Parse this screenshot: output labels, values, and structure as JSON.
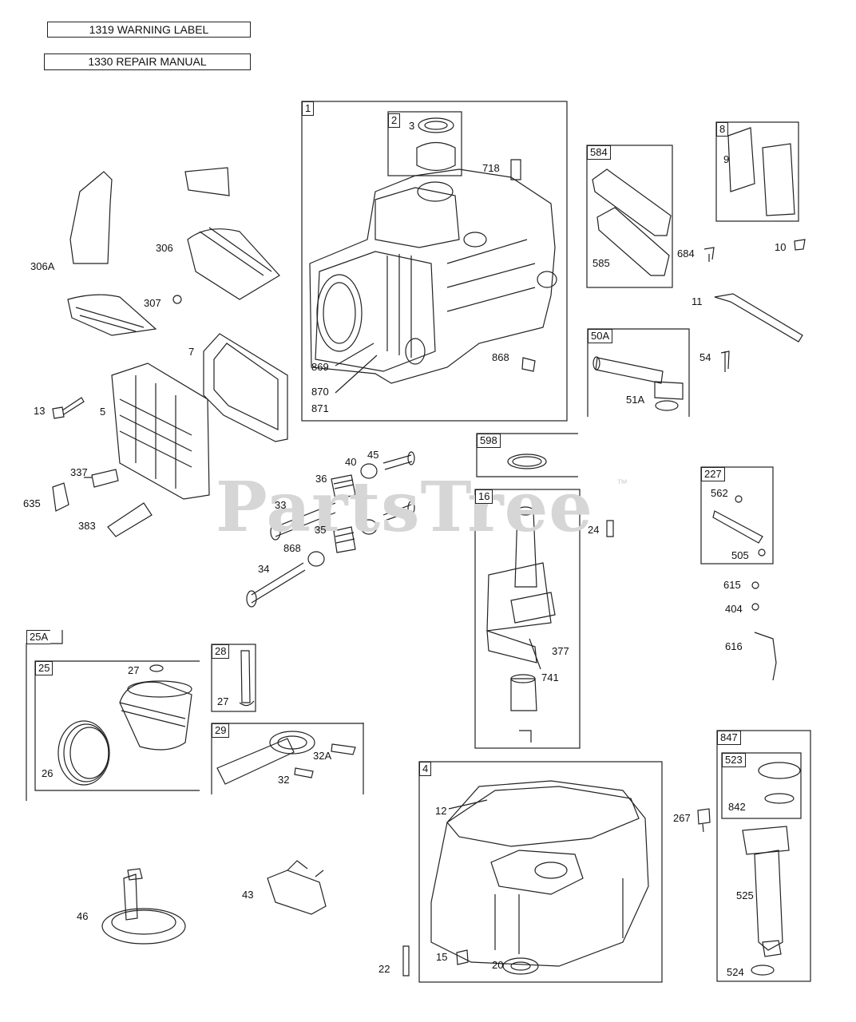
{
  "header": {
    "warning_label": "1319 WARNING LABEL",
    "repair_manual": "1330 REPAIR MANUAL"
  },
  "watermark": {
    "text": "PartsTree",
    "trademark": "™"
  },
  "groups": [
    {
      "id": "g1",
      "label": "1"
    },
    {
      "id": "g2",
      "label": "2"
    },
    {
      "id": "g8",
      "label": "8"
    },
    {
      "id": "g584",
      "label": "584"
    },
    {
      "id": "g50A",
      "label": "50A"
    },
    {
      "id": "g598",
      "label": "598"
    },
    {
      "id": "g16",
      "label": "16"
    },
    {
      "id": "g227",
      "label": "227"
    },
    {
      "id": "g25A",
      "label": "25A"
    },
    {
      "id": "g25",
      "label": "25"
    },
    {
      "id": "g28",
      "label": "28"
    },
    {
      "id": "g29",
      "label": "29"
    },
    {
      "id": "g4",
      "label": "4"
    },
    {
      "id": "g847",
      "label": "847"
    },
    {
      "id": "g523",
      "label": "523"
    }
  ],
  "callouts": [
    "3",
    "718",
    "306A",
    "306",
    "307",
    "7",
    "13",
    "5",
    "869",
    "870",
    "871",
    "868",
    "9",
    "585",
    "684",
    "10",
    "11",
    "54",
    "51A",
    "337",
    "635",
    "383",
    "36",
    "40",
    "45",
    "33",
    "35",
    "868",
    "34",
    "24",
    "562",
    "505",
    "615",
    "404",
    "616",
    "377",
    "741",
    "27",
    "26",
    "27",
    "32A",
    "32",
    "46",
    "43",
    "12",
    "267",
    "842",
    "525",
    "22",
    "15",
    "20",
    "524"
  ],
  "colors": {
    "line": "#222222",
    "watermark": "#d6d6d6"
  }
}
